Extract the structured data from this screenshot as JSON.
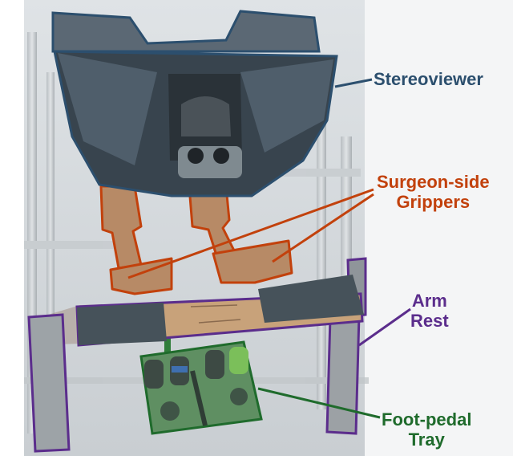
{
  "labels": {
    "stereoviewer": "Stereoviewer",
    "grippers_line1": "Surgeon-side",
    "grippers_line2": "Grippers",
    "armrest_line1": "Arm",
    "armrest_line2": "Rest",
    "footpedal_line1": "Foot-pedal",
    "footpedal_line2": "Tray"
  },
  "colors": {
    "stereoviewer": "#2c4f6e",
    "grippers": "#c2410c",
    "armrest": "#5b2d8c",
    "footpedal": "#1f6b2c"
  }
}
